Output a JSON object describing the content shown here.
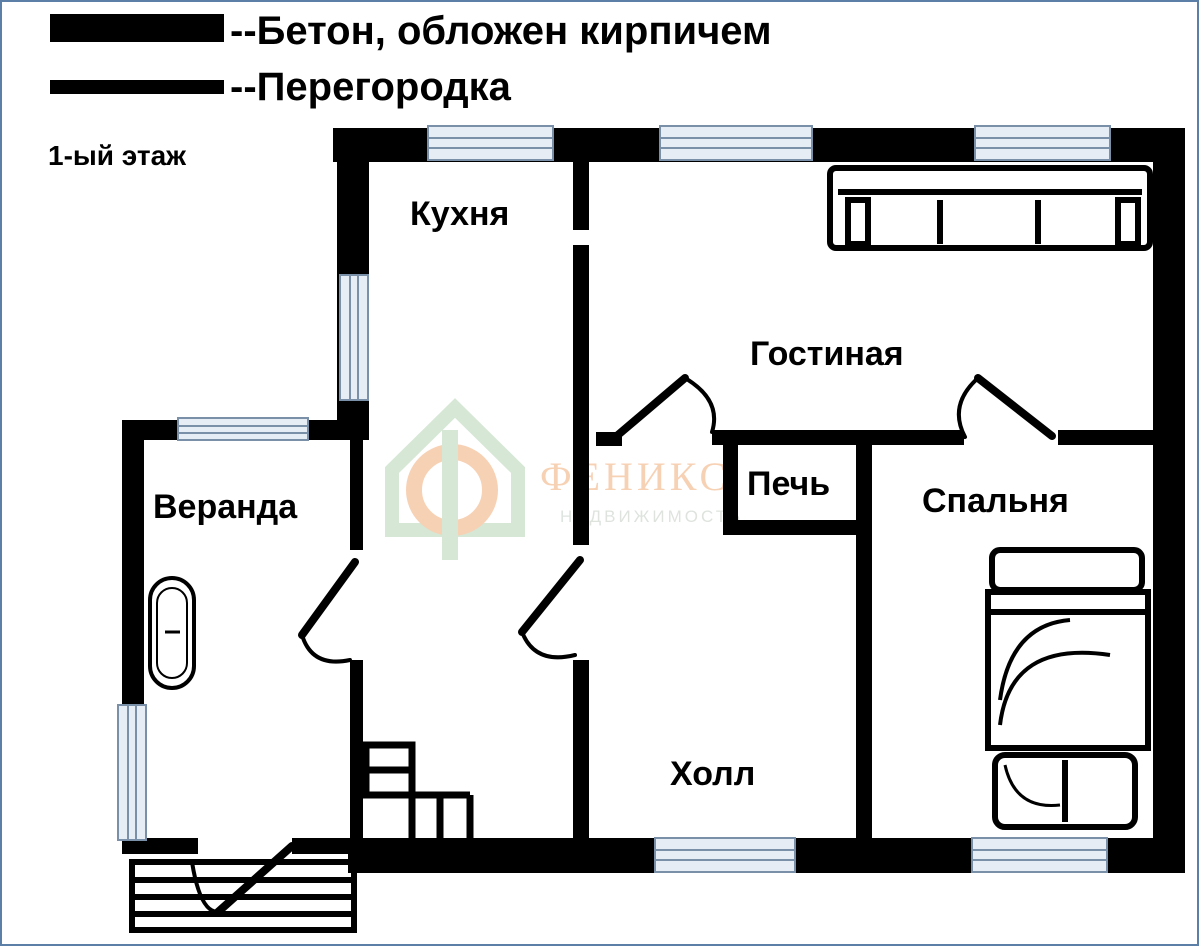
{
  "legend": {
    "brick_concrete": "--Бетон, обложен кирпичем",
    "partition": "--Перегородка"
  },
  "floor_label": "1-ый этаж",
  "rooms": {
    "kitchen": "Кухня",
    "living": "Гостиная",
    "veranda": "Веранда",
    "stove": "Печь",
    "bedroom": "Спальня",
    "hall": "Холл"
  },
  "watermark": {
    "brand": "ФЕНИКС",
    "sub": "НЕДВИЖИМОСТЬ"
  },
  "colors": {
    "wall": "#000000",
    "window_frame": "#7a8fa8",
    "window_fill": "#e6edf5",
    "watermark_green": "#cfe3cf",
    "watermark_orange": "#f6c9a8",
    "border": "#5b7fa6"
  }
}
